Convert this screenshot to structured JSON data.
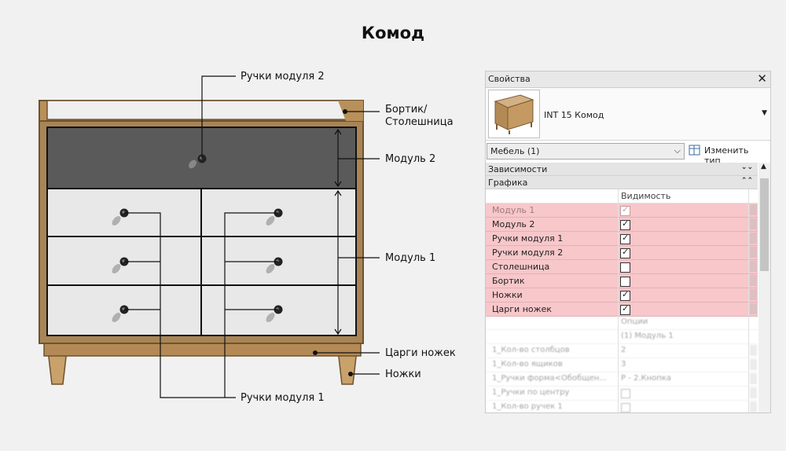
{
  "title": "Комод",
  "labels": {
    "handles2": "Ручки модуля 2",
    "rim_line1": "Бортик/",
    "rim_line2": "Столешница",
    "module2": "Модуль 2",
    "module1": "Модуль 1",
    "leg_rails": "Царги ножек",
    "legs": "Ножки",
    "handles1": "Ручки модуля 1"
  },
  "colors": {
    "wood": "#a98555",
    "wood_dark": "#7a5a34",
    "drawer_dark": "#5a5a5a",
    "drawer_light": "#e8e8e8",
    "highlight": "#f7c7ca"
  },
  "panel": {
    "header": "Свойства",
    "close_icon": "✕",
    "type_name": "INT 15 Комод",
    "category_select": "Мебель (1)",
    "edit_type": "Изменить тип",
    "sections": {
      "dependencies": "Зависимости",
      "graphics": "Графика"
    },
    "column_header": "Видимость",
    "rows": [
      {
        "name": "Модуль 1",
        "checked": true,
        "dim": true
      },
      {
        "name": "Модуль 2",
        "checked": true,
        "dim": false
      },
      {
        "name": "Ручки модуля 1",
        "checked": true,
        "dim": false
      },
      {
        "name": "Ручки модуля 2",
        "checked": true,
        "dim": false
      },
      {
        "name": "Столешница",
        "checked": false,
        "dim": false
      },
      {
        "name": "Бортик",
        "checked": false,
        "dim": false
      },
      {
        "name": "Ножки",
        "checked": true,
        "dim": false
      },
      {
        "name": "Царги ножек",
        "checked": true,
        "dim": false
      }
    ],
    "blurred": [
      {
        "name": "",
        "value": "Опции"
      },
      {
        "name": "",
        "value": "(1) Модуль 1"
      },
      {
        "name": "1_Кол-во столбцов",
        "value": "2"
      },
      {
        "name": "1_Кол-во ящиков",
        "value": "3"
      },
      {
        "name": "1_Ручки форма<Обобщен...",
        "value": "Р - 2.Кнопка"
      },
      {
        "name": "1_Ручки по центру",
        "value": ""
      },
      {
        "name": "1_Кол-во ручек 1",
        "value": ""
      }
    ]
  }
}
